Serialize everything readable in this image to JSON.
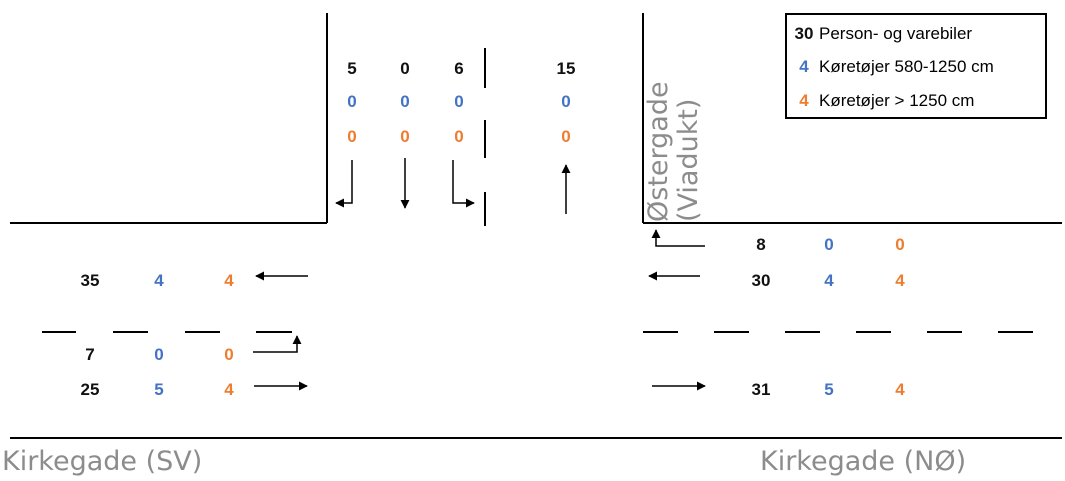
{
  "streets": {
    "kirkegade_sv": "Kirkegade (SV)",
    "kirkegade_no": "Kirkegade (NØ)",
    "ostergade_line1": "Østergade",
    "ostergade_line2": "(Viadukt)"
  },
  "legend": {
    "cars_key": "30",
    "cars_label": "Person- og varebiler",
    "medium_key": "4",
    "medium_label": "Køretøjer 580-1250 cm",
    "heavy_key": "4",
    "heavy_label": "Køretøjer > 1250 cm"
  },
  "colors": {
    "cars": "#111111",
    "medium": "#4472C4",
    "heavy": "#ED7D31",
    "street_text": "#8c8c8c",
    "road_lines": "#000000"
  },
  "counts": {
    "north_right": {
      "cars": "5",
      "medium": "0",
      "heavy": "0"
    },
    "north_through": {
      "cars": "0",
      "medium": "0",
      "heavy": "0"
    },
    "north_left": {
      "cars": "6",
      "medium": "0",
      "heavy": "0"
    },
    "north_inbound": {
      "cars": "15",
      "medium": "0",
      "heavy": "0"
    },
    "west_outbound": {
      "cars": "35",
      "medium": "4",
      "heavy": "4"
    },
    "west_left": {
      "cars": "7",
      "medium": "0",
      "heavy": "0"
    },
    "west_through": {
      "cars": "25",
      "medium": "5",
      "heavy": "4"
    },
    "east_right": {
      "cars": "8",
      "medium": "0",
      "heavy": "0"
    },
    "east_through": {
      "cars": "30",
      "medium": "4",
      "heavy": "4"
    },
    "east_outbound": {
      "cars": "31",
      "medium": "5",
      "heavy": "4"
    }
  }
}
